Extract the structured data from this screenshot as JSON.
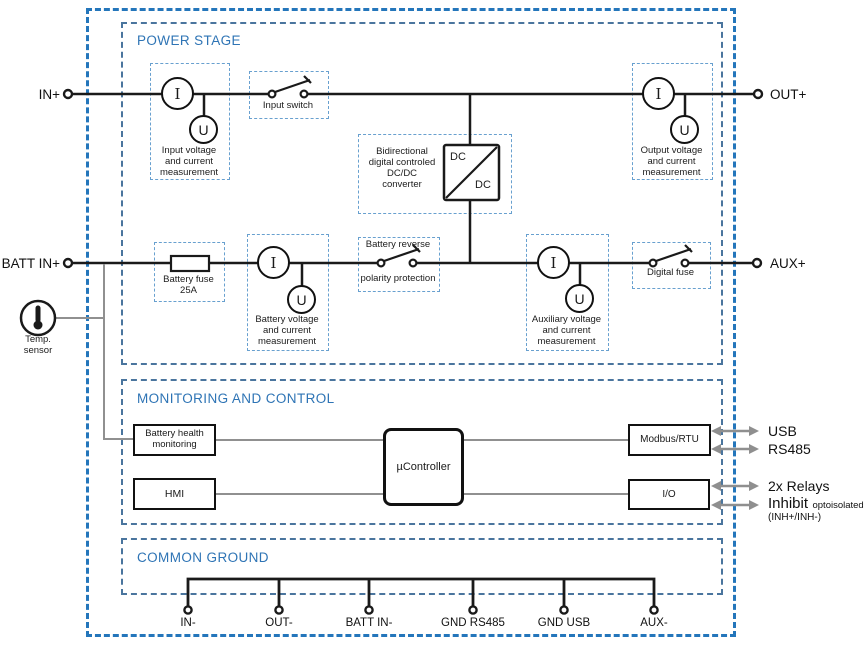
{
  "colors": {
    "accent_blue": "#2e74b5",
    "outer_border_blue": "#2476bb",
    "component_box_blue": "#68a0cf",
    "wire_gray": "#8f8f8f",
    "wire_black": "#1a1a1a"
  },
  "sections": {
    "power_stage": "POWER STAGE",
    "monitoring": "MONITORING AND CONTROL",
    "common_ground": "COMMON GROUND"
  },
  "terminals": {
    "in_plus": "IN+",
    "out_plus": "OUT+",
    "batt_in_plus": "BATT IN+",
    "aux_plus": "AUX+"
  },
  "meters": {
    "current": "I",
    "voltage": "U"
  },
  "power_stage": {
    "input_measurement": "Input voltage\nand current\nmeasurement",
    "input_switch": "Input switch",
    "dcdc_converter": "Bidirectional\ndigital controled\nDC/DC\nconverter",
    "dcdc_top": "DC",
    "dcdc_bottom": "DC",
    "output_measurement": "Output voltage\nand current\nmeasurement",
    "battery_fuse": "Battery fuse\n25A",
    "battery_measurement": "Battery voltage\nand current\nmeasurement",
    "reverse_polarity_top": "Battery reverse",
    "reverse_polarity_bottom": "polarity protection",
    "aux_measurement": "Auxiliary voltage\nand current\nmeasurement",
    "digital_fuse": "Digital fuse",
    "temp_sensor": "Temp.\nsensor"
  },
  "monitoring": {
    "battery_health": "Battery health\nmonitoring",
    "hmi": "HMI",
    "microcontroller": "µController",
    "modbus": "Modbus/RTU",
    "io": "I/O",
    "ext_usb": "USB",
    "ext_rs485": "RS485",
    "ext_relays": "2x Relays",
    "ext_inhibit": "Inhibit",
    "ext_inhibit_note": "optoisolated",
    "ext_inhibit_sub": "(INH+/INH-)"
  },
  "ground": {
    "terminals": [
      "IN-",
      "OUT-",
      "BATT IN-",
      "GND RS485",
      "GND USB",
      "AUX-"
    ]
  }
}
